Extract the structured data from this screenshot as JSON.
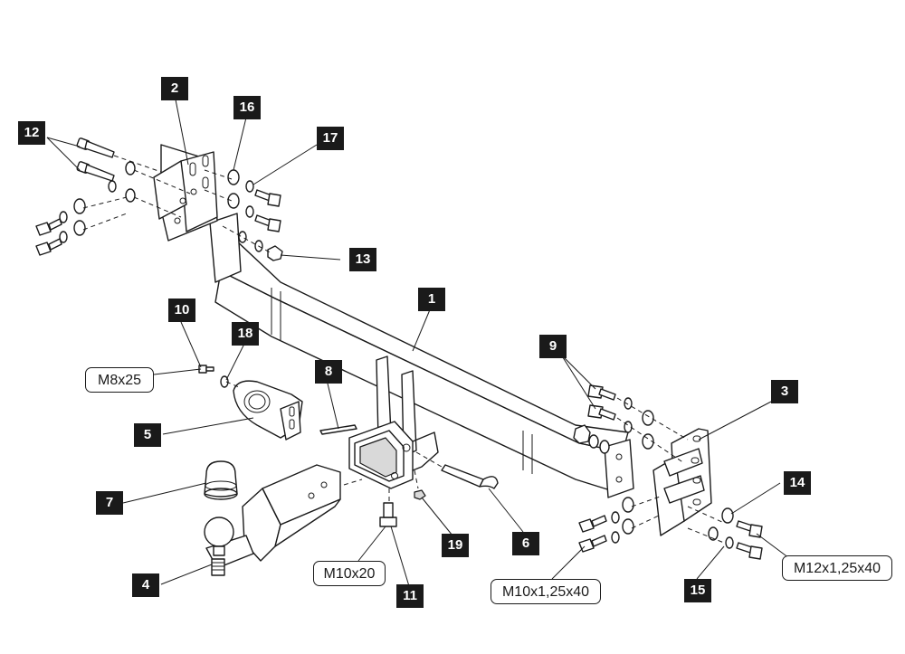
{
  "part_labels": {
    "p1": "1",
    "p2": "2",
    "p3": "3",
    "p4": "4",
    "p5": "5",
    "p6": "6",
    "p7": "7",
    "p8": "8",
    "p9": "9",
    "p10": "10",
    "p11": "11",
    "p12": "12",
    "p13": "13",
    "p14": "14",
    "p15": "15",
    "p16": "16",
    "p17": "17",
    "p18": "18",
    "p19": "19"
  },
  "spec_labels": {
    "m8x25": "M8x25",
    "m10x20": "M10x20",
    "m10x125x40": "M10x1,25x40",
    "m12x125x40": "M12x1,25x40"
  },
  "colors": {
    "line": "#1a1a1a",
    "label_bg": "#1a1a1a",
    "label_text": "#ffffff",
    "shade": "#d9d9d9"
  }
}
